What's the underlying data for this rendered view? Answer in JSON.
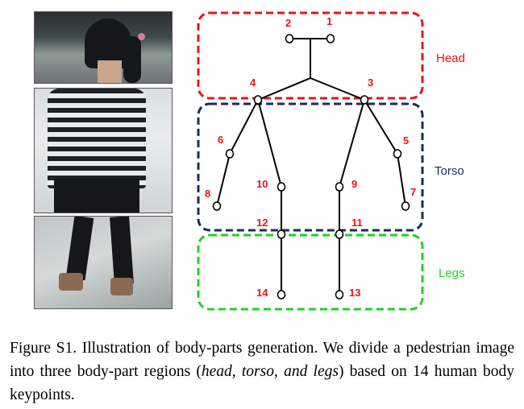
{
  "figure": {
    "regions": [
      {
        "label": "Head",
        "color": "#e8141b"
      },
      {
        "label": "Torso",
        "color": "#1a2d5c"
      },
      {
        "label": "Legs",
        "color": "#1ed31e"
      }
    ],
    "keypoints": [
      "1",
      "2",
      "3",
      "4",
      "5",
      "6",
      "7",
      "8",
      "9",
      "10",
      "11",
      "12",
      "13",
      "14"
    ]
  },
  "caption": {
    "prefix": "Figure S1. Illustration of body-parts generation.  We divide a pedestrian image into three body-part regions (",
    "emphasis": "head, torso, and legs",
    "suffix": ") based on 14 human body keypoints."
  }
}
